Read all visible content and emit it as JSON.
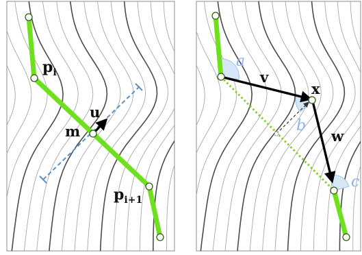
{
  "colors": {
    "polyline": "#6fe01e",
    "dashed_normal": "#5b8fc4",
    "dotted_chord": "#7ed321",
    "angle_fill": "#d6e8f8",
    "angle_label": "#8fb2ee",
    "contour_light": "#a8a8a8",
    "contour_bold": "#4a4a4a",
    "arrow": "#000000"
  },
  "left_panel": {
    "label_p_i_base": "p",
    "label_p_i_sub": "i",
    "label_u": "u",
    "label_m": "m",
    "label_p_i1_base": "p",
    "label_p_i1_sub": "i+1"
  },
  "right_panel": {
    "label_a": "a",
    "label_v": "v",
    "label_x": "x",
    "label_b": "b",
    "label_w": "w",
    "label_c": "c"
  }
}
